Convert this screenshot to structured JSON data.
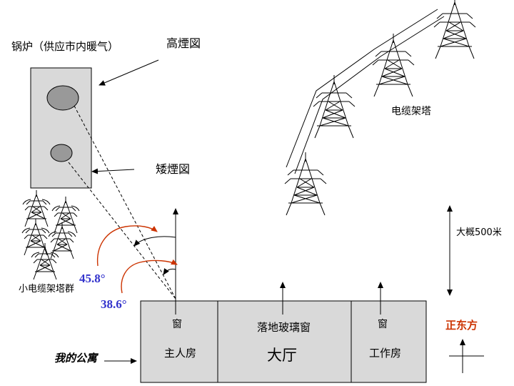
{
  "labels": {
    "boiler": "锅炉（供应市内暖气）",
    "tall_chimney": "高煙図",
    "short_chimney": "矮煙図",
    "cable_towers": "电缆架塔",
    "small_cable_tower_group": "小电缆架塔群",
    "angle_upper": "45.8°",
    "angle_lower": "38.6°",
    "distance": "大概500米",
    "due_east": "正东方",
    "my_apartment": "我的公寓"
  },
  "building": {
    "rooms": [
      {
        "window": "窗",
        "name": "主人房"
      },
      {
        "window": "落地玻璃窗",
        "name": "大厅"
      },
      {
        "window": "窗",
        "name": "工作房"
      }
    ]
  },
  "colors": {
    "angle_text": "#3333cc",
    "rotation_arrows": "#cc3300",
    "due_east_text": "#cc3300",
    "box_fill": "#d9d9d9",
    "chimney_fill": "#999999",
    "line": "#000000"
  }
}
